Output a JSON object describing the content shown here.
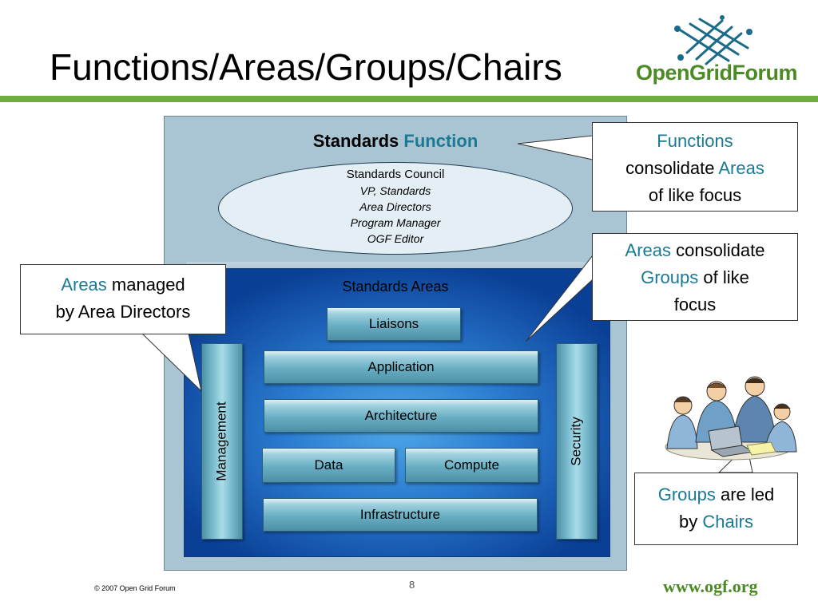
{
  "slide": {
    "title": "Functions/Areas/Groups/Chairs",
    "logo_text": "OpenGridForum",
    "copyright": "© 2007 Open Grid Forum",
    "page_number": "8",
    "url": "www.ogf.org"
  },
  "diagram": {
    "function_title_black": "Standards",
    "function_title_teal": "Function",
    "council": {
      "name": "Standards Council",
      "members": [
        "VP, Standards",
        "Area Directors",
        "Program Manager",
        "OGF Editor"
      ]
    },
    "areas_label": "Standards Areas",
    "areas": {
      "liaisons": "Liaisons",
      "application": "Application",
      "architecture": "Architecture",
      "data": "Data",
      "compute": "Compute",
      "infrastructure": "Infrastructure",
      "management": "Management",
      "security": "Security"
    }
  },
  "callouts": {
    "functions": {
      "w1": "Functions",
      "w2": "consolidate",
      "w3": "Areas",
      "w4": "of like focus"
    },
    "areas_groups": {
      "w1": "Areas",
      "w2": "consolidate",
      "w3": "Groups",
      "w4": "of like",
      "w5": "focus"
    },
    "areas_managed": {
      "w1": "Areas",
      "w2": "managed",
      "w3": "by Area Directors"
    },
    "groups_chairs": {
      "w1": "Groups",
      "w2": "are led",
      "w3": "by",
      "w4": "Chairs"
    }
  },
  "colors": {
    "accent_teal": "#1a7a94",
    "brand_green": "#4b8a25",
    "rule_green": "#6fae3e"
  }
}
